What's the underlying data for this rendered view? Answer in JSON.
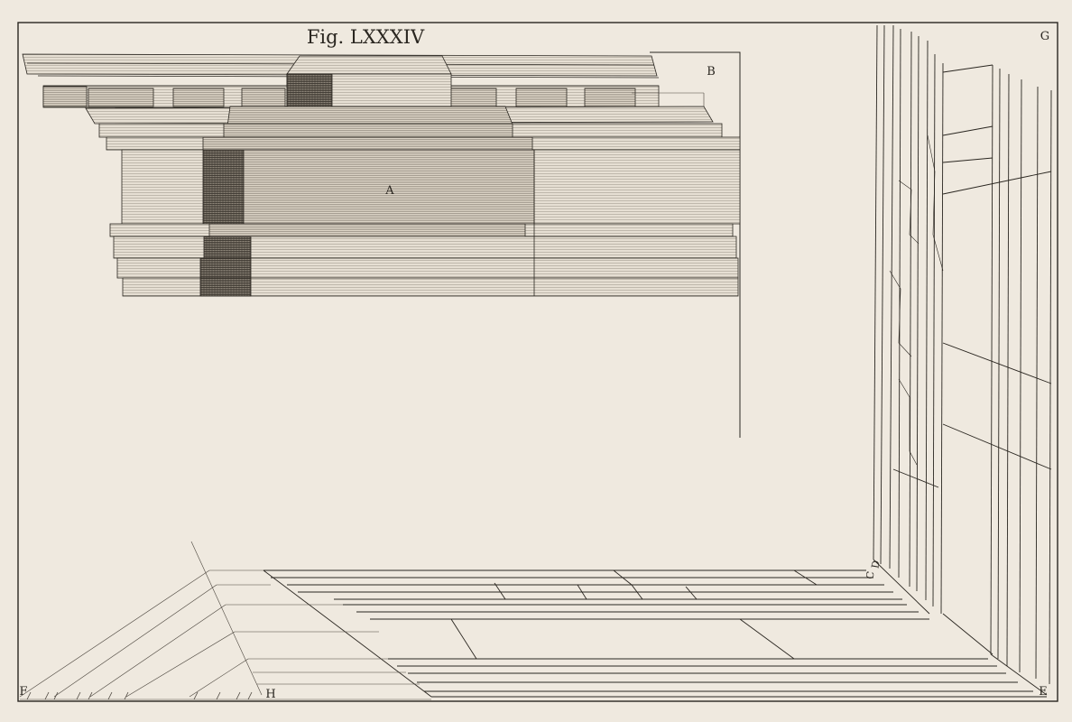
{
  "figure": {
    "title": "Fig. LXXXIV"
  },
  "labels": {
    "a": "A",
    "b": "B",
    "c": "C",
    "d": "D",
    "e": "E",
    "f": "F",
    "g": "G",
    "h": "H"
  },
  "colors": {
    "paper": "#efe9df",
    "ink": "#2a2620",
    "hatch_light": "#9a948a",
    "hatch_dark": "#4a443c"
  }
}
